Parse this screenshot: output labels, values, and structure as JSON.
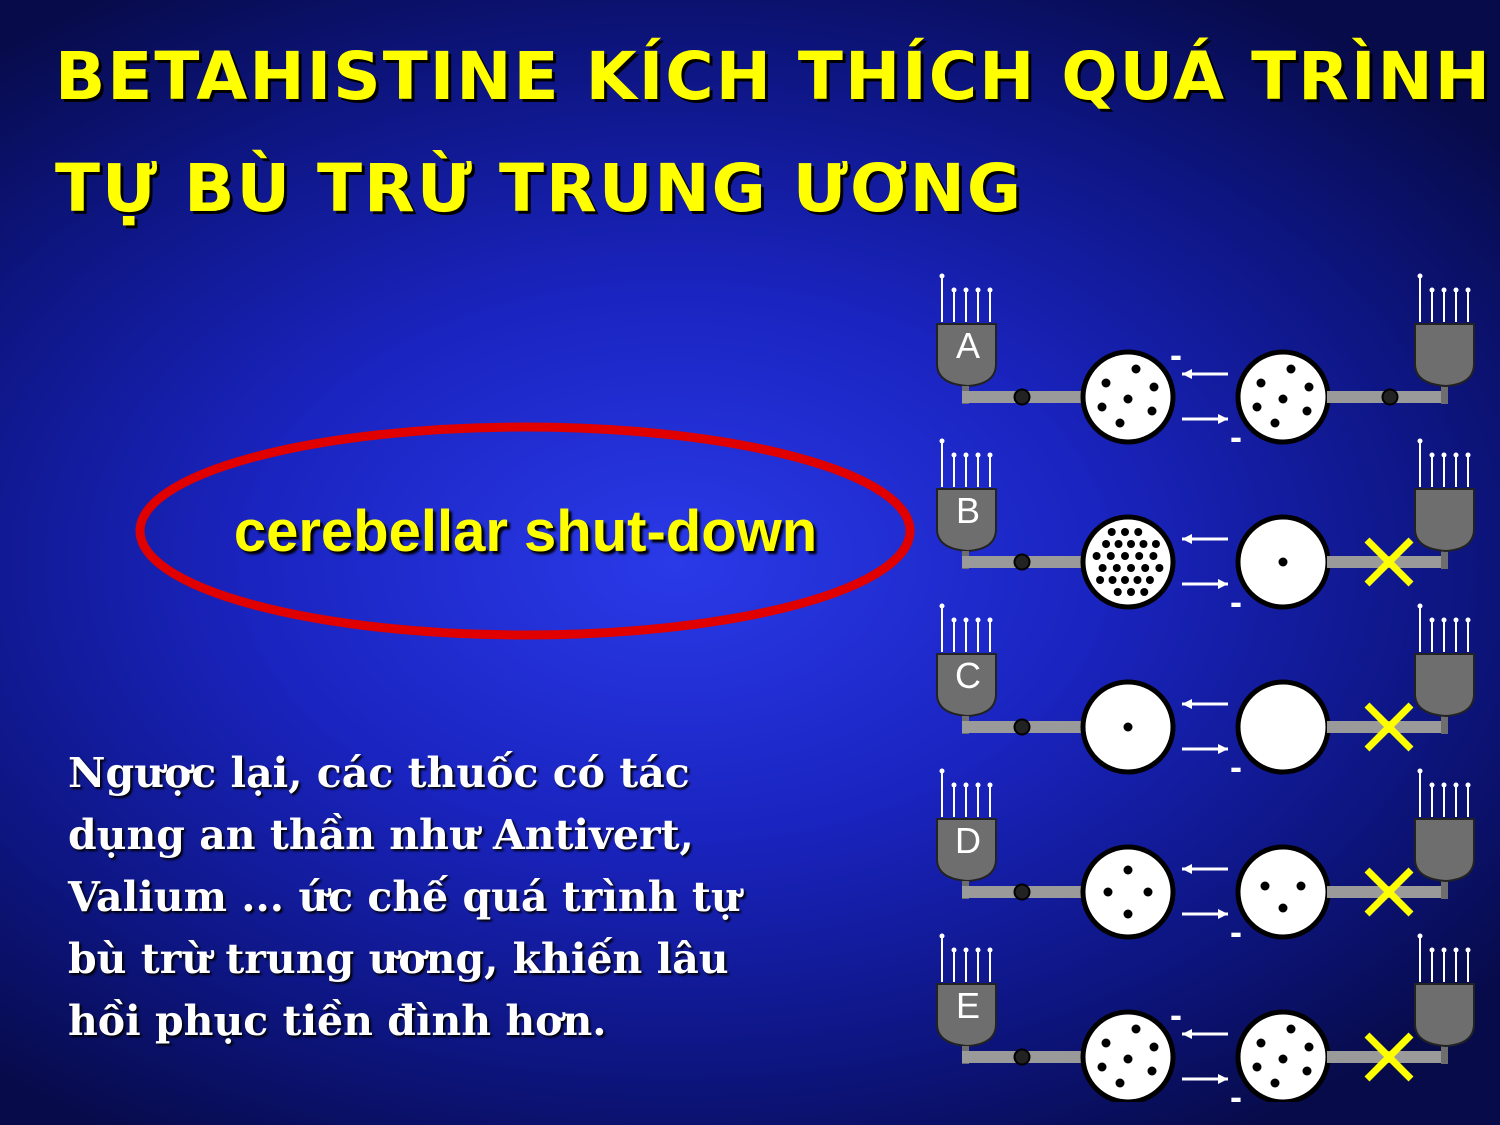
{
  "slide": {
    "title_line1": "BETAHISTINE KÍCH THÍCH QUÁ TRÌNH",
    "title_line2": "TỰ BÙ TRỪ TRUNG ƯƠNG",
    "callout": "cerebellar shut-down",
    "body": "Ngược lại, các thuốc có tác dụng an thần như Antivert, Valium ... ức chế quá trình tự bù trừ trung ương, khiến lâu hồi phục tiền đình hơn.",
    "colors": {
      "title": "#ffff00",
      "ellipse": "#e00000",
      "body_text": "#ffffff",
      "cross": "#ffff00"
    }
  },
  "diagram": {
    "rows": [
      {
        "label": "A",
        "left_dots": 7,
        "right_dots": 7,
        "right_blocked": false,
        "minus_top": "-",
        "minus_bottom": "-"
      },
      {
        "label": "B",
        "left_dots": 28,
        "right_dots": 1,
        "right_blocked": true,
        "minus_top": "",
        "minus_bottom": "-"
      },
      {
        "label": "C",
        "left_dots": 1,
        "right_dots": 0,
        "right_blocked": true,
        "minus_top": "",
        "minus_bottom": "-"
      },
      {
        "label": "D",
        "left_dots": 4,
        "right_dots": 3,
        "right_blocked": true,
        "minus_top": "",
        "minus_bottom": "-"
      },
      {
        "label": "E",
        "left_dots": 7,
        "right_dots": 7,
        "right_blocked": true,
        "minus_top": "-",
        "minus_bottom": "-"
      }
    ]
  }
}
